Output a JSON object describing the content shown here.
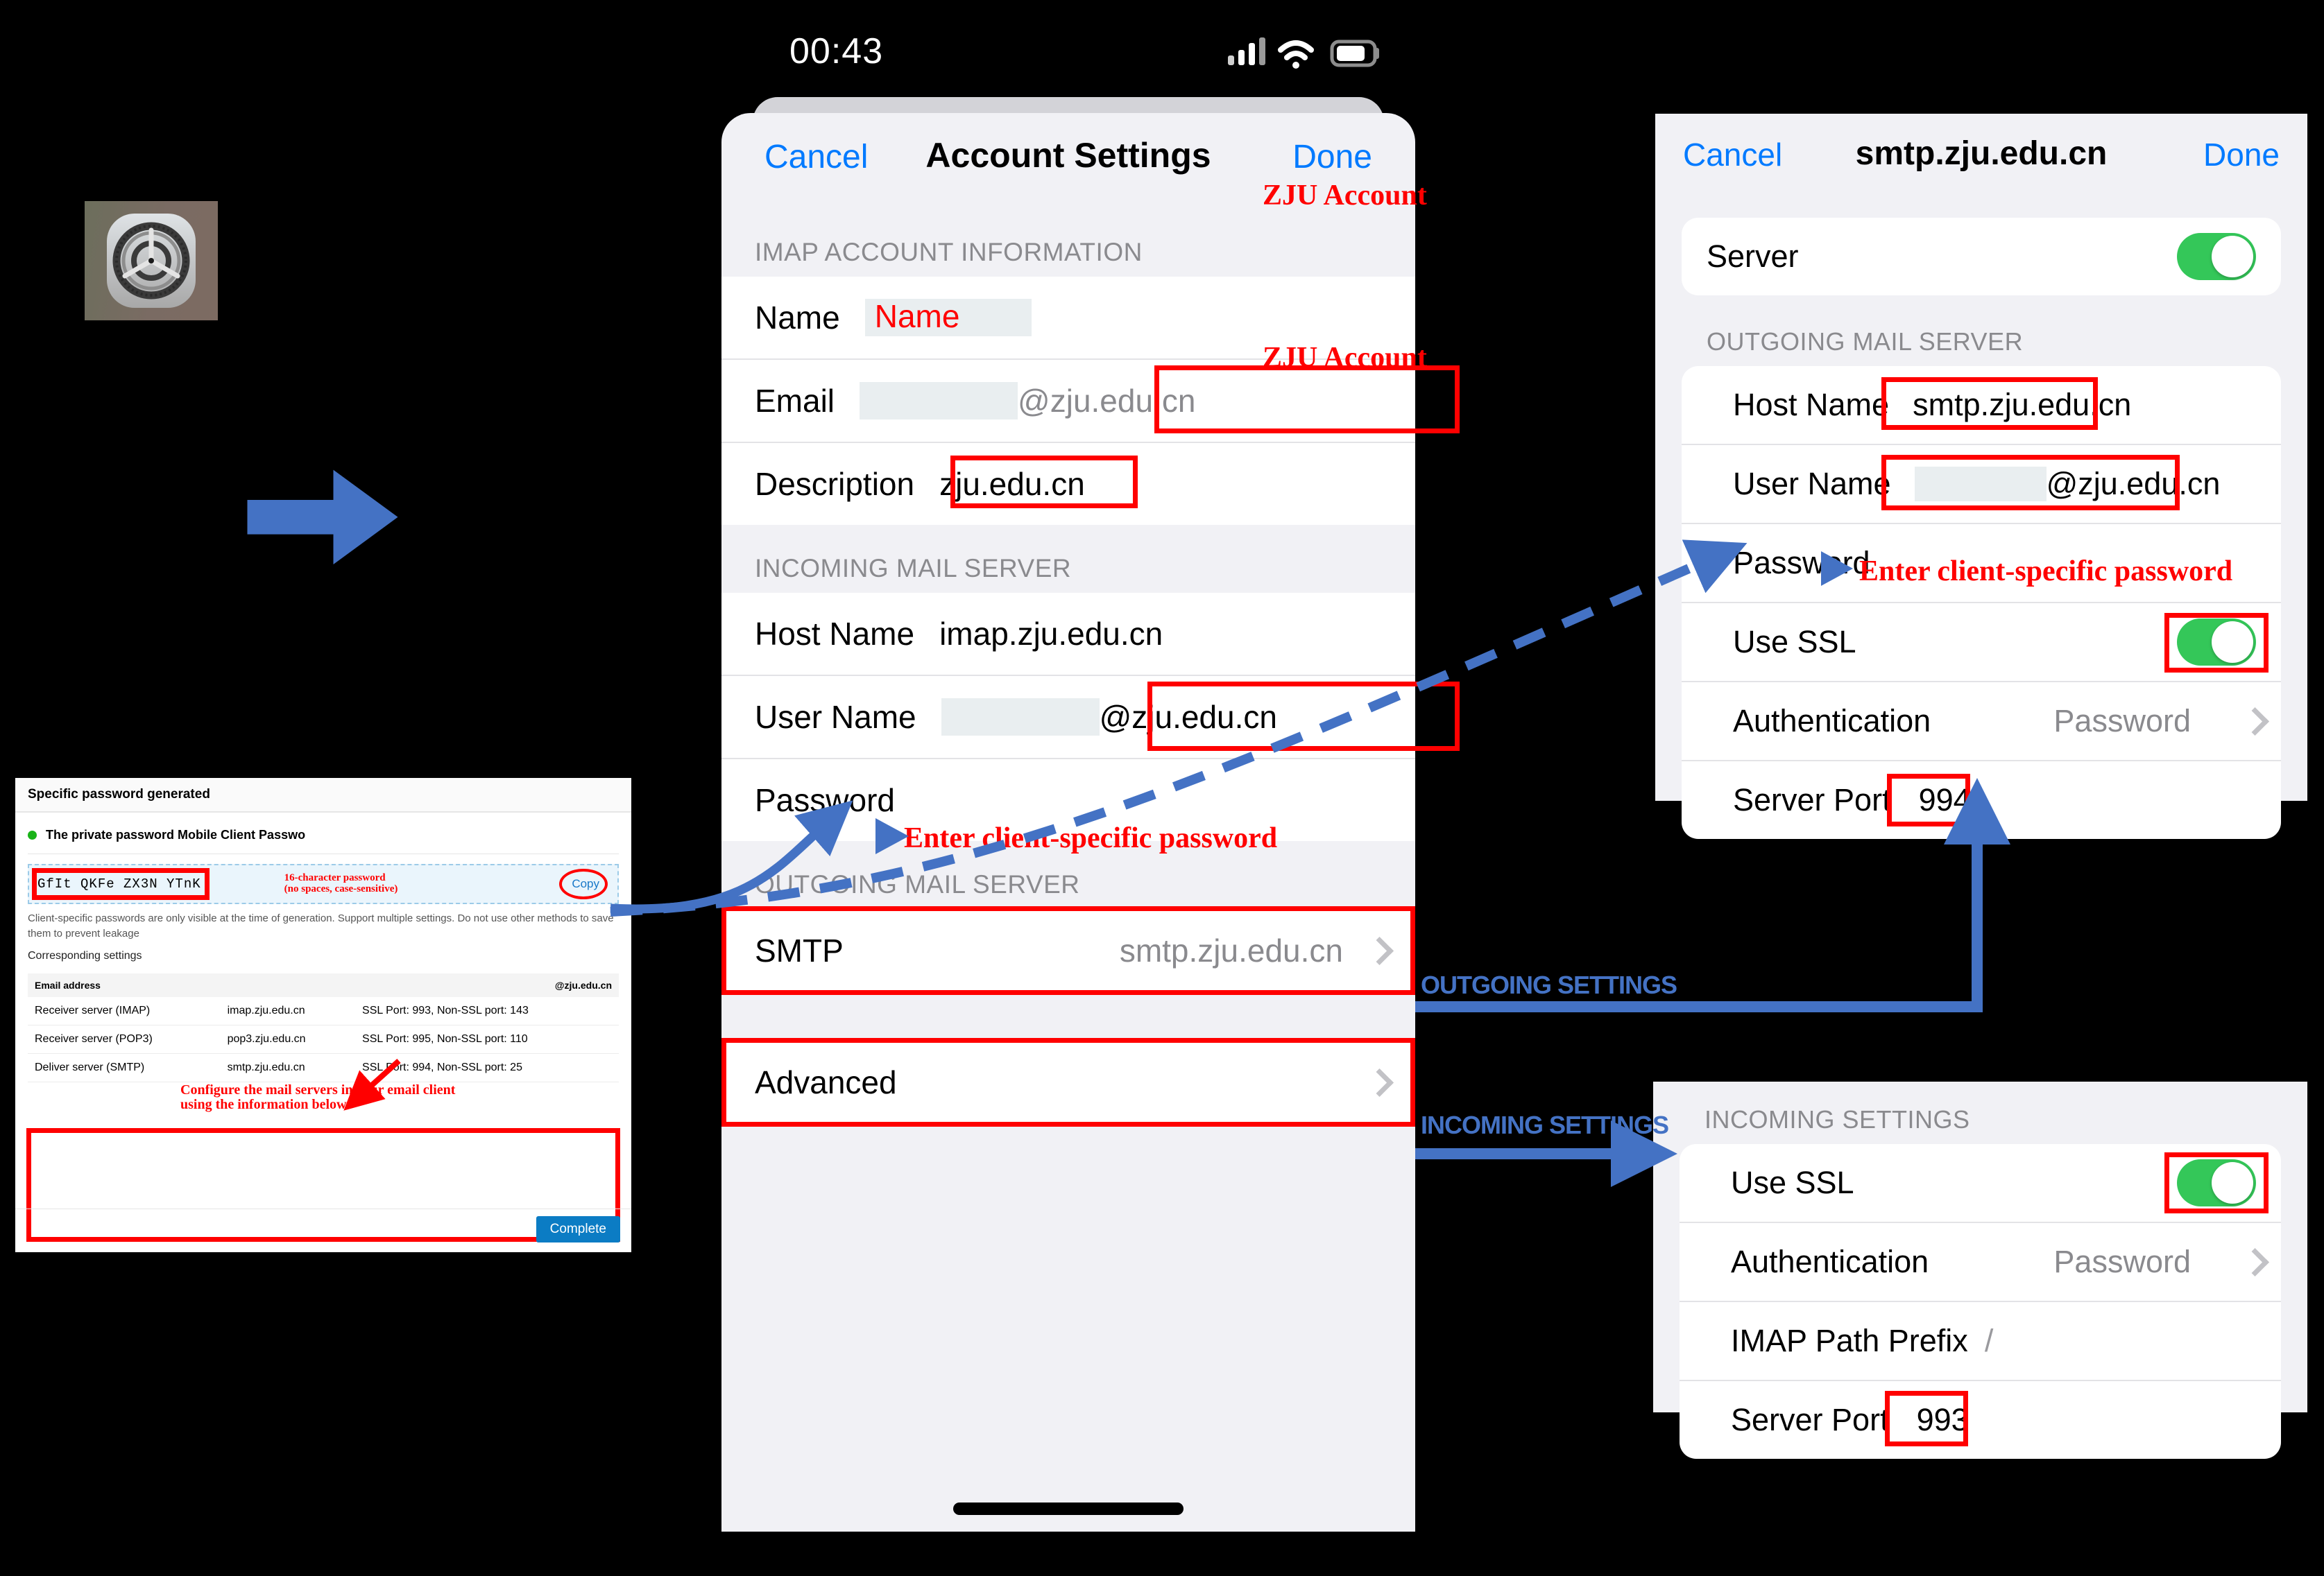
{
  "status_bar": {
    "time": "00:43",
    "signal": "cellular-signal-icon",
    "wifi": "wifi-icon",
    "battery": "battery-icon"
  },
  "gear": {
    "name": "settings-app-icon"
  },
  "phone": {
    "nav": {
      "cancel": "Cancel",
      "title": "Account Settings",
      "done": "Done"
    },
    "section_imap": "IMAP ACCOUNT INFORMATION",
    "rows": {
      "name_label": "Name",
      "name_value": "Name",
      "email_label": "Email",
      "email_suffix": "@zju.edu.cn",
      "description_label": "Description",
      "description_value": "zju.edu.cn"
    },
    "section_incoming": "INCOMING MAIL SERVER",
    "incoming": {
      "host_label": "Host Name",
      "host_value": "imap.zju.edu.cn",
      "user_label": "User Name",
      "user_suffix": "@zju.edu.cn",
      "password_label": "Password"
    },
    "section_outgoing": "OUTGOING MAIL SERVER",
    "outgoing": {
      "smtp_label": "SMTP",
      "smtp_value": "smtp.zju.edu.cn"
    },
    "advanced_label": "Advanced"
  },
  "smtp_panel": {
    "nav": {
      "cancel": "Cancel",
      "title": "smtp.zju.edu.cn",
      "done": "Done"
    },
    "server_label": "Server",
    "server_toggle": "on",
    "section": "OUTGOING MAIL SERVER",
    "host_label": "Host Name",
    "host_value": "smtp.zju.edu.cn",
    "user_label": "User Name",
    "user_suffix": "@zju.edu.cn",
    "password_label": "Password",
    "ssl_label": "Use SSL",
    "ssl_toggle": "on",
    "auth_label": "Authentication",
    "auth_value": "Password",
    "port_label": "Server Port",
    "port_value": "994"
  },
  "incoming_panel": {
    "section": "INCOMING SETTINGS",
    "ssl_label": "Use SSL",
    "ssl_toggle": "on",
    "auth_label": "Authentication",
    "auth_value": "Password",
    "prefix_label": "IMAP Path Prefix",
    "prefix_value": "/",
    "port_label": "Server Port",
    "port_value": "993"
  },
  "browser": {
    "header": "Specific password generated",
    "bullet": "The private password Mobile Client Passwo",
    "password": "GfIt  QKFe  ZX3N  YTnK",
    "password_hint_line1": "16-character password",
    "password_hint_line2": "(no spaces, case-sensitive)",
    "copy_label": "Copy",
    "note": "Client-specific passwords are only visible at the time of generation. Support multiple settings. Do not use other methods to save them to prevent leakage",
    "corresponding": "Corresponding settings",
    "table": {
      "header_left": "Email address",
      "header_right": "@zju.edu.cn",
      "rows": [
        {
          "name": "Receiver server (IMAP)",
          "host": "imap.zju.edu.cn",
          "ports": "SSL Port: 993, Non-SSL port: 143"
        },
        {
          "name": "Receiver server (POP3)",
          "host": "pop3.zju.edu.cn",
          "ports": "SSL Port: 995, Non-SSL port: 110"
        },
        {
          "name": "Deliver server (SMTP)",
          "host": "smtp.zju.edu.cn",
          "ports": "SSL Port: 994, Non-SSL port: 25"
        }
      ]
    },
    "complete_label": "Complete",
    "annotation": "Configure the mail servers in your email client using the information below."
  },
  "annotations": {
    "zju_account_1": "ZJU Account",
    "zju_account_2": "ZJU Account",
    "enter_password_1": "Enter client-specific password",
    "enter_password_2": "Enter client-specific password",
    "outgoing_settings": "OUTGOING SETTINGS",
    "incoming_settings": "INCOMING SETTINGS"
  },
  "colors": {
    "ios_blue": "#007aff",
    "toggle_green": "#34c759",
    "red": "#ff0000",
    "arrow_blue": "#4472c4"
  }
}
